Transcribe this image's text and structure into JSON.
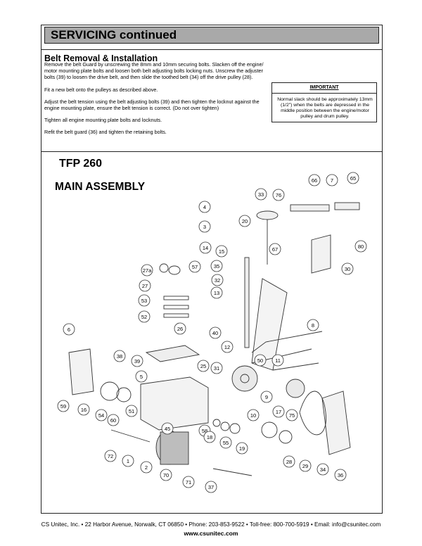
{
  "header": {
    "title": "SERVICING continued"
  },
  "belt_section": {
    "heading": "Belt Removal & Installation",
    "paragraphs": [
      "Remove the belt Guard by unscrewing the 8mm and 10mm securing bolts. Slacken off the engine/ motor mounting plate bolts and loosen both belt adjusting bolts locking nuts. Unscrew the adjuster bolts (39) to loosen the drive belt, and then slide the toothed belt (34) off the drive pulley (28).",
      "Fit a new belt onto the pulleys as described above.",
      "Adjust the belt tension using the belt adjusting bolts (39) and then tighten the locknut against the engine mounting plate, ensure the belt tension is correct. (Do not over tighten)",
      "Tighten all engine mounting plate bolts and locknuts.",
      "Refit the belt guard (36) and tighten the retaining bolts."
    ],
    "important": {
      "title": "IMPORTANT",
      "text": "Normal slack should be approximately 13mm (1/2\") when the belts are depressed in the middle position between the engine/motor pulley and drum pulley."
    }
  },
  "assembly": {
    "model": "TFP 260",
    "title": "MAIN ASSEMBLY",
    "part_labels": [
      "66",
      "7",
      "65",
      "33",
      "76",
      "4",
      "20",
      "3",
      "14",
      "15",
      "67",
      "80",
      "35",
      "57",
      "27a",
      "32",
      "30",
      "27",
      "13",
      "53",
      "8",
      "52",
      "6",
      "26",
      "40",
      "12",
      "38",
      "39",
      "25",
      "31",
      "50",
      "11",
      "5",
      "59",
      "16",
      "54",
      "60",
      "51",
      "9",
      "17",
      "75",
      "10",
      "45",
      "58",
      "18",
      "55",
      "19",
      "28",
      "29",
      "34",
      "72",
      "1",
      "2",
      "70",
      "71",
      "36",
      "37"
    ]
  },
  "footer": {
    "contact": "CS Unitec, Inc. • 22 Harbor Avenue, Norwalk, CT 06850 • Phone: 203-853-9522 • Toll-free: 800-700-5919 • Email: info@csunitec.com",
    "website": "www.csunitec.com"
  }
}
